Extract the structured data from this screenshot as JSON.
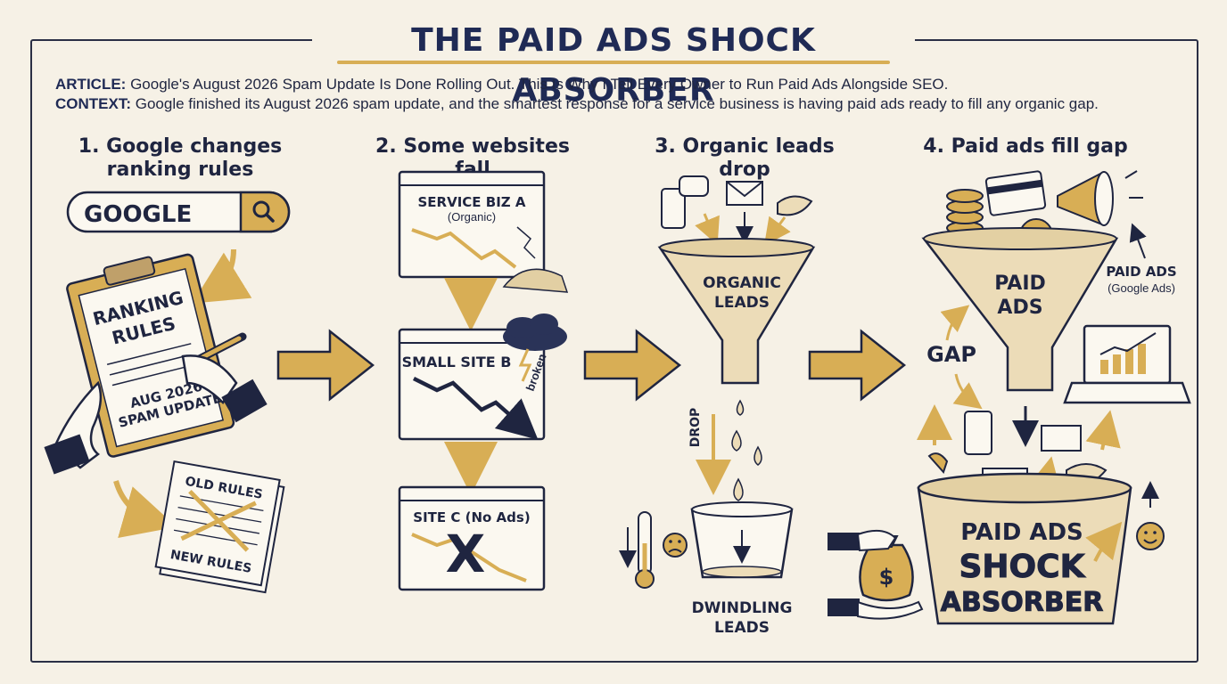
{
  "title": "THE PAID ADS SHOCK ABSORBER",
  "intro": {
    "article_label": "ARTICLE:",
    "article_text": "Google's August 2026 Spam Update Is Done Rolling Out. This Is Why I Tell Every Owner to Run Paid Ads Alongside SEO.",
    "context_label": "CONTEXT:",
    "context_text": "Google finished its August 2026 spam update, and the smartest response for a service business is having paid ads ready to fill any organic gap."
  },
  "steps": [
    {
      "heading_line1": "1. Google changes",
      "heading_line2": "ranking rules",
      "search_text": "GOOGLE",
      "clipboard_title_1": "RANKING",
      "clipboard_title_2": "RULES",
      "clipboard_note_1": "AUG 2026",
      "clipboard_note_2": "SPAM UPDATE",
      "old_rules": "OLD RULES",
      "new_rules": "NEW RULES"
    },
    {
      "heading": "2. Some websites fall",
      "site_a_title": "SERVICE BIZ A",
      "site_a_sub": "(Organic)",
      "site_b_title": "SMALL SITE B",
      "site_b_tag": "broken",
      "site_c_title": "SITE C (No Ads)"
    },
    {
      "heading": "3. Organic leads drop",
      "funnel_line1": "ORGANIC",
      "funnel_line2": "LEADS",
      "drop_label": "DROP",
      "result_line1": "DWINDLING",
      "result_line2": "LEADS"
    },
    {
      "heading": "4. Paid ads fill gap",
      "funnel_line1": "PAID",
      "funnel_line2": "ADS",
      "side_line1": "PAID ADS",
      "side_line2": "(Google Ads)",
      "gap_label": "GAP",
      "bucket_line1": "PAID ADS",
      "bucket_line2": "SHOCK",
      "bucket_line3": "ABSORBER"
    }
  ],
  "icons": {
    "dollar": "$",
    "cross": "X"
  },
  "colors": {
    "ink": "#1f2540",
    "gold": "#d8ae55",
    "paper": "#f6f1e6",
    "tan": "#ecdcb8"
  }
}
